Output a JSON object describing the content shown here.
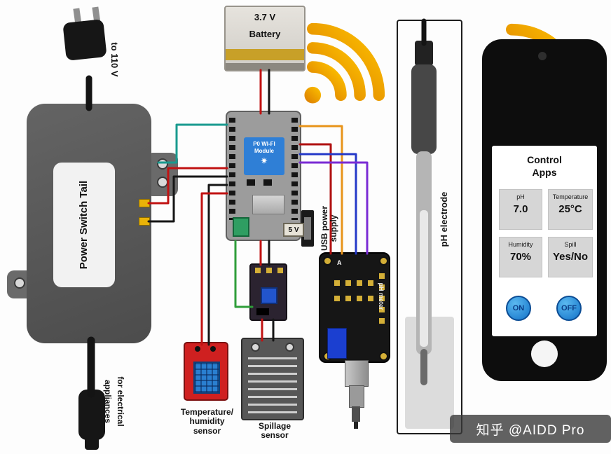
{
  "labels": {
    "plug_label": "to 110 V",
    "pst_label": "Power Switch Tail",
    "appliances_label": "for electrical appliances",
    "battery_voltage": "3.7 V",
    "battery_name": "Battery",
    "module_name": "P0 WI-FI\nModule",
    "five_v": "5 V",
    "usb_label": "USB power\nsupply",
    "ph_meter": "pH meter",
    "ph_board_a": "A",
    "ph_electrode": "pH electrode",
    "temp_sensor": "Temperature/\nhumidity\nsensor",
    "spillage_sensor": "Spillage\nsensor"
  },
  "icons": {
    "module_logo": "✷"
  },
  "phone": {
    "title": "Control\nApps",
    "tiles": [
      {
        "label": "pH",
        "value": "7.0"
      },
      {
        "label": "Temperature",
        "value": "25°C"
      },
      {
        "label": "Humidity",
        "value": "70%"
      },
      {
        "label": "Spill",
        "value": "Yes/No"
      }
    ],
    "on_label": "ON",
    "off_label": "OFF"
  },
  "watermark": {
    "text": "知乎 @AIDD Pro"
  },
  "colors": {
    "wifi_orange": "#f09c00",
    "module_label_blue": "#2f7fd6",
    "app_button_blue": "#1272c8",
    "temp_sensor_red": "#cf2020"
  }
}
